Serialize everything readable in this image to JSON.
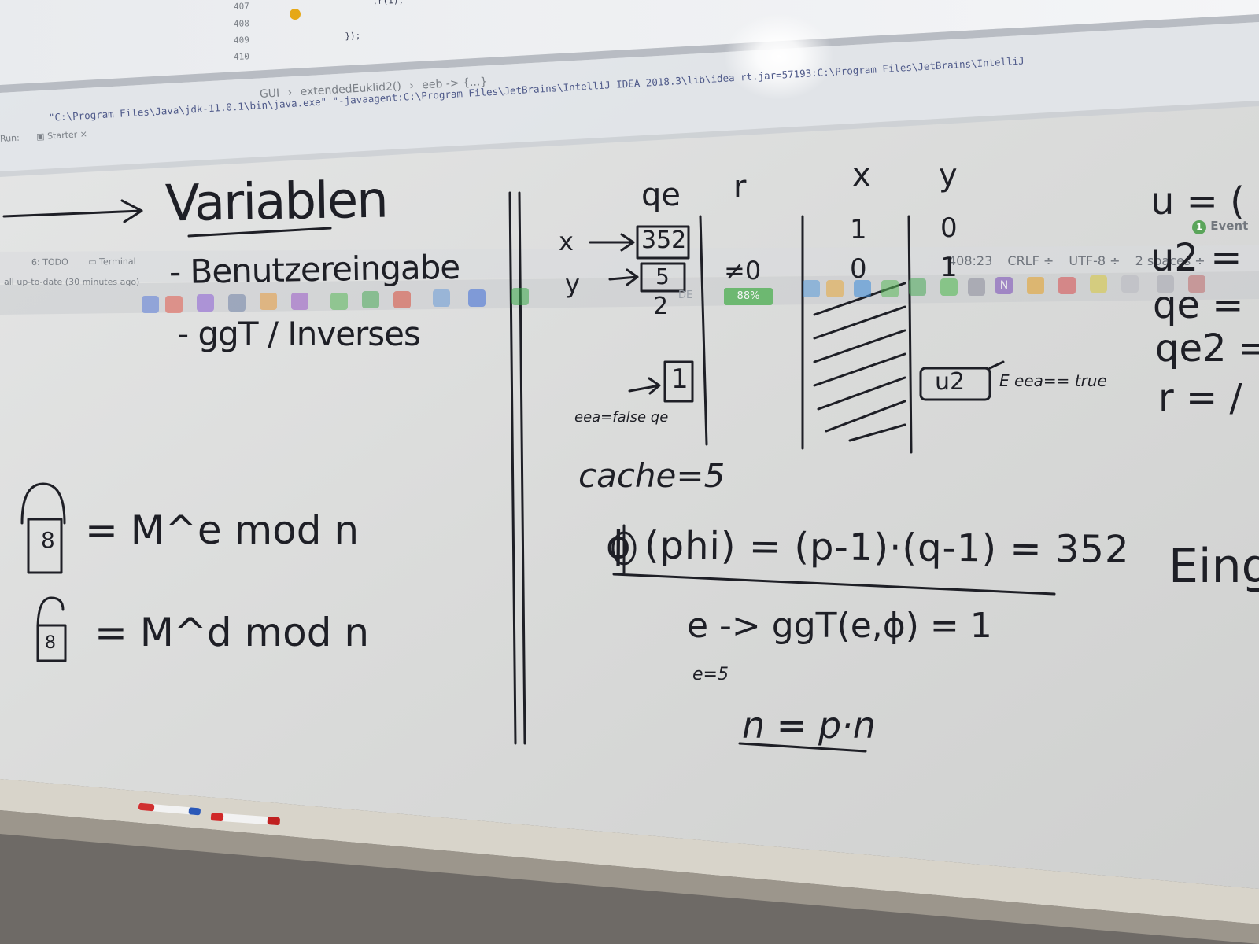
{
  "ide": {
    "code_lines": [
      {
        "number": "407",
        "code": ".r(1);"
      },
      {
        "number": "408",
        "code": ""
      },
      {
        "number": "409",
        "code": "});"
      },
      {
        "number": "410",
        "code": ""
      }
    ],
    "breadcrumb": [
      "GUI",
      "extendedEuklid2()",
      "eeb -> {...}"
    ],
    "run_label": "Run:",
    "run_tab": "Starter",
    "run_command_1": "\"C:\\Program Files\\Java\\jdk-11.0.1\\bin\\java.exe\" \"-javaagent:C:\\Program Files\\JetBrains\\IntelliJ IDEA 2018.3\\lib\\idea_rt.jar=57193:C:\\Program Files\\JetBrains\\IntelliJ",
    "bottom_tabs": [
      "6: TODO",
      "Terminal"
    ],
    "status_message": "all up-to-date (30 minutes ago)",
    "status_position": "408:23",
    "status_line_sep": "CRLF ÷",
    "status_encoding": "UTF-8 ÷",
    "status_indent": "2 spaces ÷",
    "event_log": "Event",
    "event_count": "1",
    "taskbar_lang": "DE",
    "taskbar_battery": "88%"
  },
  "whiteboard": {
    "title": "Variablen",
    "bullets": [
      "- Benutzereingabe",
      "- ggT / Inverses"
    ],
    "encrypt_formula": "= M^e mod n",
    "decrypt_formula": "= M^d mod n",
    "lock_digit": "8",
    "table_headers": [
      "qe",
      "r",
      "x",
      "y"
    ],
    "table_rows": [
      {
        "label": "x",
        "qe": "352",
        "r": "",
        "x": "1",
        "y": "0"
      },
      {
        "label": "y",
        "qe": "5",
        "r": "≠0",
        "x": "0",
        "y": "1"
      },
      {
        "label": "",
        "qe": "2",
        "r": "",
        "x": "",
        "y": ""
      }
    ],
    "result_box": "1",
    "eea_false_note": "eea=false qe",
    "u2_box": "u2",
    "eea_true_note": "E eea== true",
    "cache": "cache=5",
    "phi_formula": "ϕ (phi) = (p-1)·(q-1) = 352",
    "e_formula": "e -> ggT(e,ϕ) = 1",
    "e_value": "e=5",
    "n_formula": "n = p·n",
    "right_vars": [
      "u = (",
      "u2 =",
      "qe =",
      "qe2 =",
      "r = /"
    ],
    "right_word": "Eing"
  },
  "colors": {
    "board": "#dfe0df",
    "ink": "#1e1f26",
    "frame": "#d6d3cb",
    "wall": "#6e6a66",
    "battery": "#4caf50"
  }
}
